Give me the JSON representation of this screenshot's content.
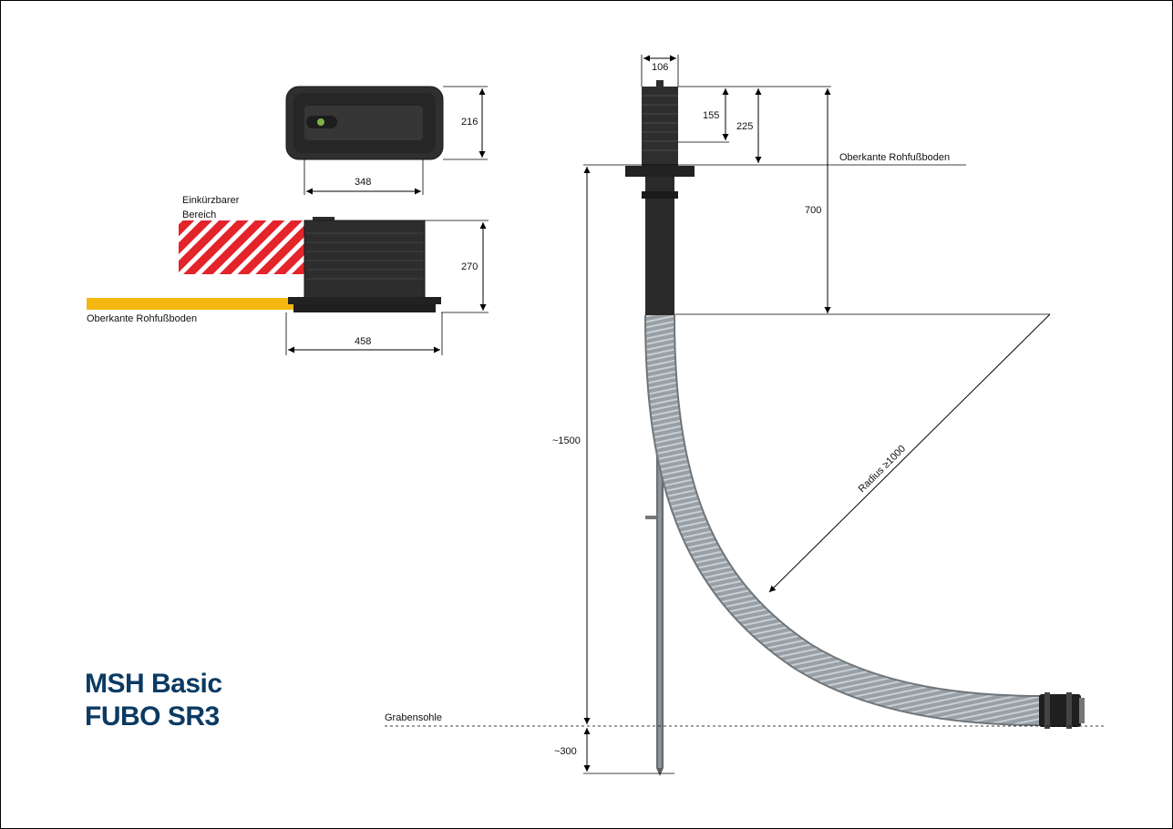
{
  "title": {
    "line1": "MSH Basic",
    "line2": "FUBO SR3"
  },
  "dimensions": {
    "top_view_depth": "216",
    "top_view_width": "348",
    "side_view_height": "270",
    "side_view_width": "458",
    "pipe_diameter": "106",
    "collar_height": "155",
    "head_height": "225",
    "depth_to_bend": "700",
    "total_depth": "~1500",
    "stake_depth": "~300",
    "bend_radius": "Radius ≥1000"
  },
  "labels": {
    "shortenable_line1": "Einkürzbarer",
    "shortenable_line2": "Bereich",
    "floor_left": "Oberkante Rohfußboden",
    "floor_right": "Oberkante Rohfußboden",
    "trench_bottom": "Grabensohle"
  },
  "colors": {
    "title": "#0b3a63",
    "floor_strip": "#f3b70f",
    "hatch_red": "#e3242b",
    "housing": "#2b2b2b",
    "hose": "#8f969c"
  }
}
